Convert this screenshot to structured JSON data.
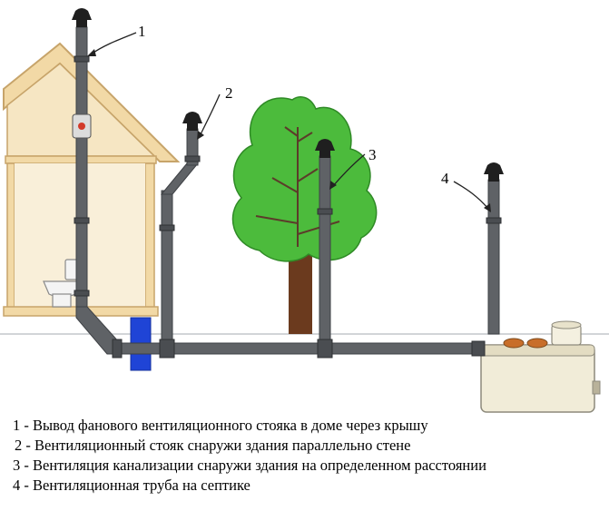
{
  "callouts": [
    {
      "number": "1"
    },
    {
      "number": "2"
    },
    {
      "number": "3"
    },
    {
      "number": "4"
    }
  ],
  "legend": [
    "1 - Вывод фанового вентиляционного стояка в доме через крышу",
    "2 - Вентиляционный стояк снаружи здания параллельно стене",
    "3 - Вентиляция канализации снаружи здания на определенном расстоянии",
    "4 - Вентиляционная труба на септике"
  ],
  "colors": {
    "house": "#f2d9a6",
    "house_outline": "#c7a46a",
    "pipe": "#5f6266",
    "pipe_dark": "#3e4145",
    "cap": "#1f1f1f",
    "tree_crown": "#4cbb3c",
    "tree_trunk": "#6b3a1e",
    "septic_tank": "#f1ecd8",
    "blue_box": "#1f44d6",
    "ground_line": "#9aa0a6"
  },
  "icons": [
    "toilet-icon",
    "ventilation-cap-icon",
    "check-valve-icon",
    "tree-icon",
    "septic-tank-icon"
  ]
}
